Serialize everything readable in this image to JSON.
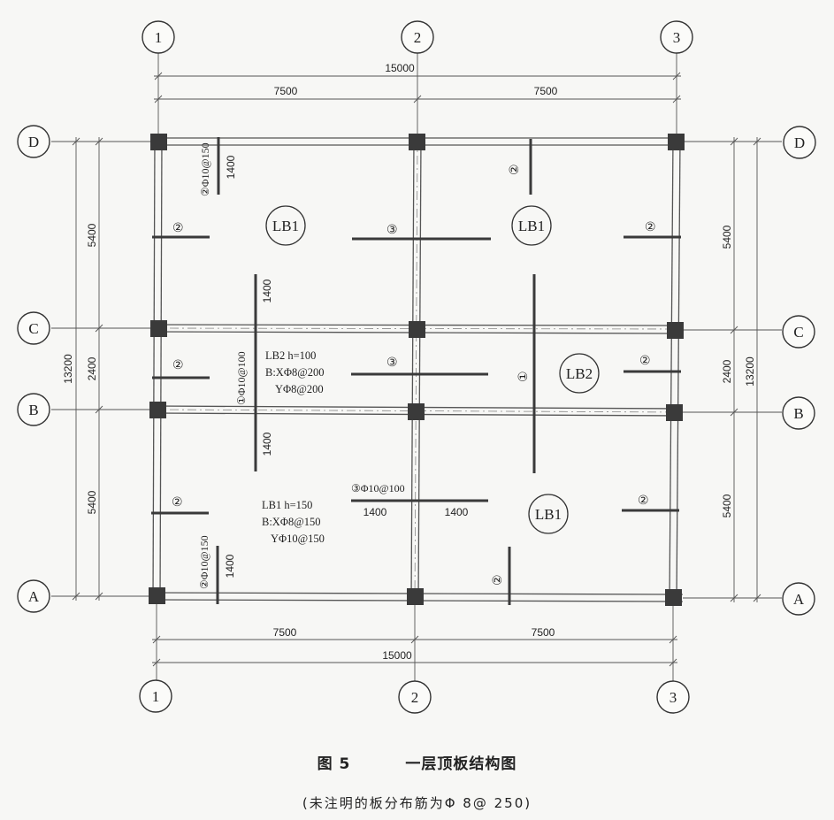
{
  "axes": {
    "numbered_top": [
      "1",
      "2",
      "3"
    ],
    "numbered_bottom": [
      "1",
      "2",
      "3"
    ],
    "lettered_left": [
      "D",
      "C",
      "B",
      "A"
    ],
    "lettered_right": [
      "D",
      "C",
      "B",
      "A"
    ]
  },
  "dimensions": {
    "top_total": "15000",
    "top_bays": [
      "7500",
      "7500"
    ],
    "bottom_bays": [
      "7500",
      "7500"
    ],
    "bottom_total": "15000",
    "left_outer": "13200",
    "left_spans": [
      "5400",
      "2400",
      "5400"
    ],
    "right_spans": [
      "5400",
      "2400",
      "5400"
    ],
    "right_outer": "13200"
  },
  "slabs": {
    "lb1_upper_left": "LB1",
    "lb1_upper_right": "LB1",
    "lb2": "LB2",
    "lb1_lower_right": "LB1"
  },
  "notes": {
    "lb2_line1": "LB2 h=100",
    "lb2_line2": "B:XΦ8@200",
    "lb2_line3": "YΦ8@200",
    "lb1_line1": "LB1 h=150",
    "lb1_line2": "B:XΦ8@150",
    "lb1_line3": "YΦ10@150"
  },
  "rebar_marks": {
    "two": "②",
    "three": "③",
    "one": "①"
  },
  "rebar_specs": {
    "top_left_vertical": "②Φ10@150",
    "bottom_left_vertical": "②Φ10@150",
    "middle_vertical": "①Φ10@100",
    "lower_middle_horizontal": "③Φ10@100"
  },
  "rebar_lengths": {
    "top_left": "1400",
    "middle_upper": "1400",
    "middle_lower": "1400",
    "bottom_left": "1400",
    "lower_middle_left": "1400",
    "lower_middle_right": "1400"
  },
  "caption": {
    "figure_no": "图 5",
    "title": "一层顶板结构图",
    "subtitle": "(未注明的板分布筋为Φ 8@ 250)"
  }
}
